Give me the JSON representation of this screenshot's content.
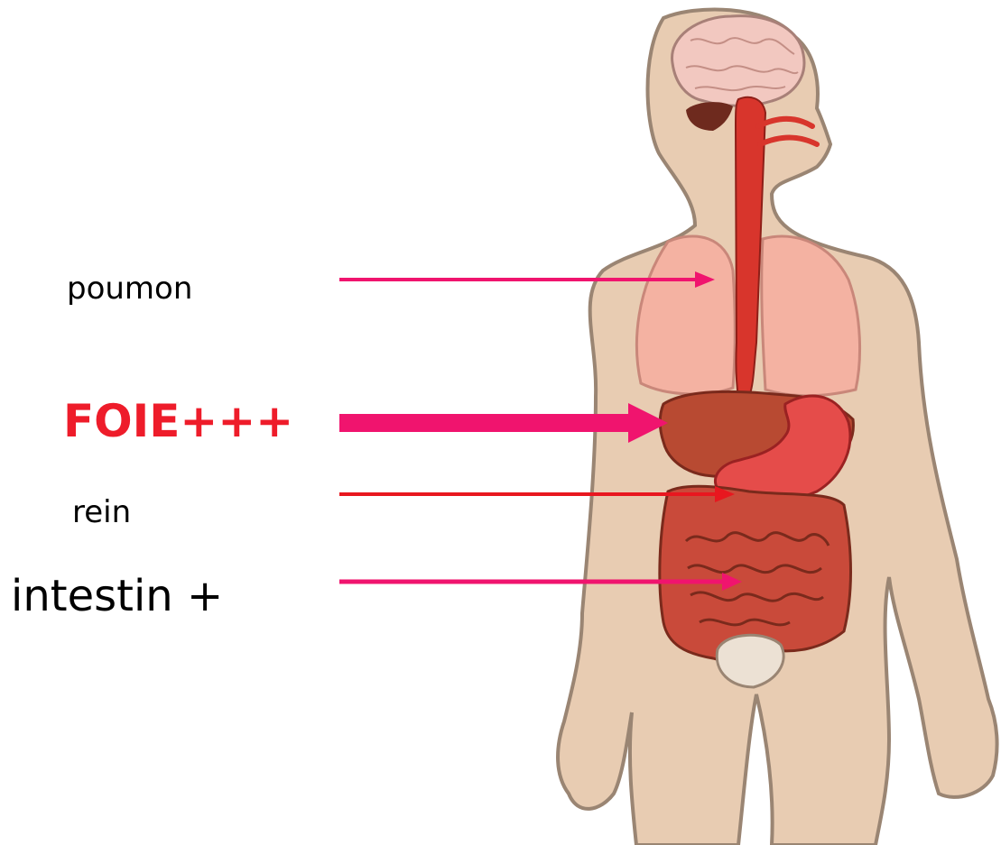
{
  "labels": {
    "poumon": "poumon",
    "foie": "FOIE+++",
    "rein": "rein",
    "intestin": "intestin +"
  },
  "colors": {
    "arrow": "#f0146e",
    "arrow_rein": "#e8171f",
    "foie_label": "#ee1c2a",
    "skin": "#e8ccb2",
    "skin_outline": "#9a8573",
    "lung": "#f4b2a2",
    "liver": "#b84a32",
    "stomach": "#e54c4a",
    "intestine": "#c94a3a",
    "brain": "#f2c8c0",
    "bladder": "#ece1d4",
    "trachea": "#d8352c"
  }
}
